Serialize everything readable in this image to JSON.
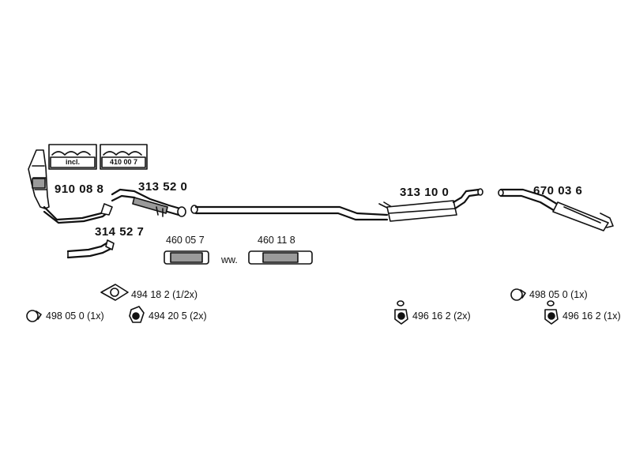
{
  "parts": {
    "catalyst": "910 08 8",
    "kit_incl": "incl.",
    "kit_part": "410 00 7",
    "front_pipe": "313 52 0",
    "lower_pipe": "314 52 7",
    "flex1": "460 05 7",
    "flex_ww": "ww.",
    "flex2": "460 11 8",
    "middle_silencer": "313 10 0",
    "rear_silencer": "670 03 6"
  },
  "accessories": {
    "gasket": "494 18 2  (1/2x)",
    "clamp_left": "498 05 0  (1x)",
    "mount_left": "494 20 5 (2x)",
    "rubber_mid": "496 16 2  (2x)",
    "clamp_right": "498 05 0  (1x)",
    "rubber_right": "496 16 2  (1x)"
  },
  "colors": {
    "line": "#111111",
    "fill": "#ffffff",
    "shade": "#9a9a9a"
  }
}
